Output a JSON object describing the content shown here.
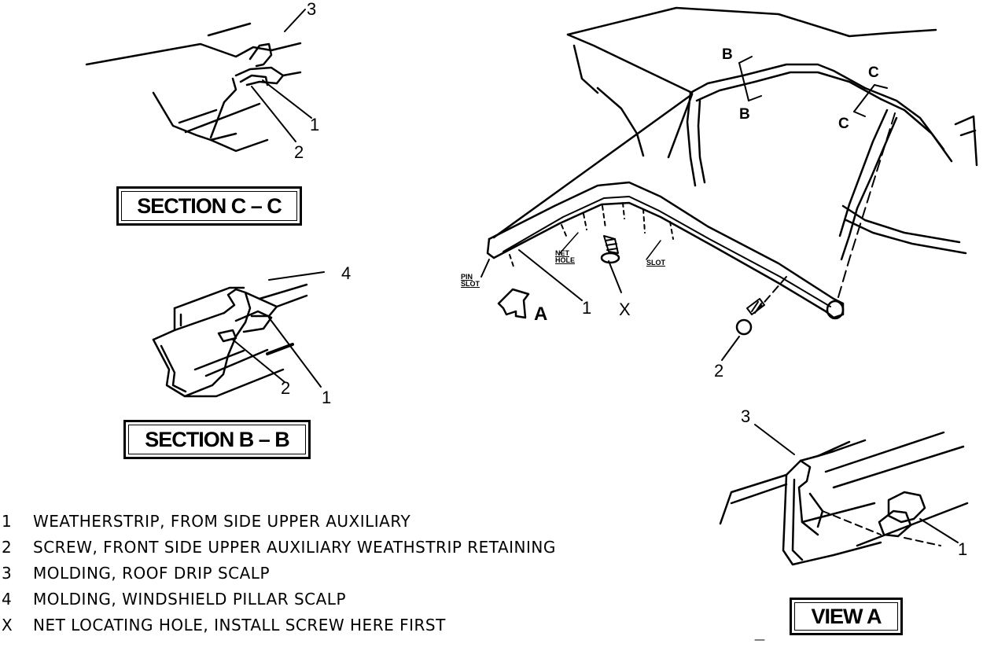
{
  "sections": {
    "c": {
      "title": "SECTION C – C"
    },
    "b": {
      "title": "SECTION B – B"
    },
    "view_a": {
      "title": "VIEW A"
    }
  },
  "callouts": {
    "c_1": "1",
    "c_2": "2",
    "c_3": "3",
    "b_1": "1",
    "b_2": "2",
    "b_4": "4",
    "main_1": "1",
    "main_2": "2",
    "main_x": "X",
    "v_1": "1",
    "v_3": "3",
    "cut_b_top": "B",
    "cut_b_bottom": "B",
    "cut_c_top": "C",
    "cut_c_bottom": "C",
    "view_arrow": "A"
  },
  "hole_labels": {
    "pin_slot": [
      "PIN",
      "SLOT"
    ],
    "net_hole": [
      "NET",
      "HOLE"
    ],
    "slot": [
      "SLOT"
    ]
  },
  "legend": [
    {
      "key": "1",
      "text": "WEATHERSTRIP, FROM SIDE UPPER AUXILIARY"
    },
    {
      "key": "2",
      "text": "SCREW, FRONT SIDE UPPER AUXILIARY WEATHSTRIP RETAINING"
    },
    {
      "key": "3",
      "text": "MOLDING, ROOF DRIP SCALP"
    },
    {
      "key": "4",
      "text": "MOLDING, WINDSHIELD PILLAR SCALP"
    },
    {
      "key": "X",
      "text": "NET LOCATING HOLE, INSTALL SCREW HERE FIRST"
    }
  ]
}
